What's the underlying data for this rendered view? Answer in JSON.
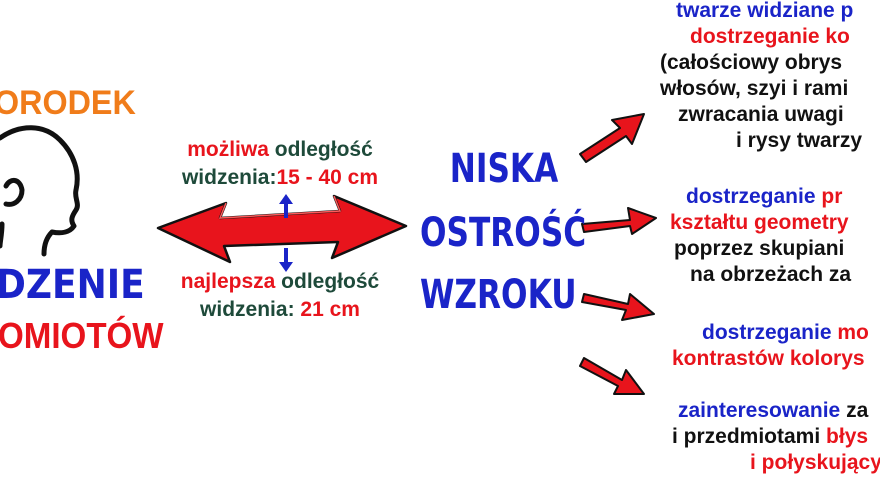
{
  "title": {
    "line1": "ORODEK",
    "line2": "DZENIE",
    "line3": "OMIOTÓW"
  },
  "distance_top": {
    "w1": "możliwa",
    "w2": " odległość",
    "w3": "widzenia:",
    "w4": "15 - 40 cm"
  },
  "distance_bottom": {
    "w1": "najlepsza",
    "w2": " odległość",
    "w3": "widzenia:",
    "w4": " 21 cm"
  },
  "center": {
    "line1": "NISKA",
    "line2": "OSTROŚĆ",
    "line3": "WZROKU"
  },
  "effects": {
    "faces": {
      "l1": "twarze widziane p",
      "l2": "dostrzeganie ko",
      "l3": "(całościowy obrys",
      "l4": "włosów, szyi i rami",
      "l5": "zwracania uwagi",
      "l6": "i rysy twarzy"
    },
    "shapes": {
      "l1a": "dostrzeganie ",
      "l1b": "pr",
      "l2": "kształtu geometry",
      "l3": "poprzez skupiani",
      "l4": "na obrzeżach za"
    },
    "contrast": {
      "l1a": "dostrzeganie ",
      "l1b": "mo",
      "l2": "kontrastów kolorys"
    },
    "interest": {
      "l1a": "zainteresowanie ",
      "l1b": "za",
      "l2a": "i przedmiotami ",
      "l2b": "błys",
      "l3": "i połyskujący"
    }
  },
  "colors": {
    "orange": "#f07c1a",
    "red": "#e8141c",
    "blue": "#1a24c8",
    "green": "#1e4a3a",
    "black": "#111111"
  }
}
